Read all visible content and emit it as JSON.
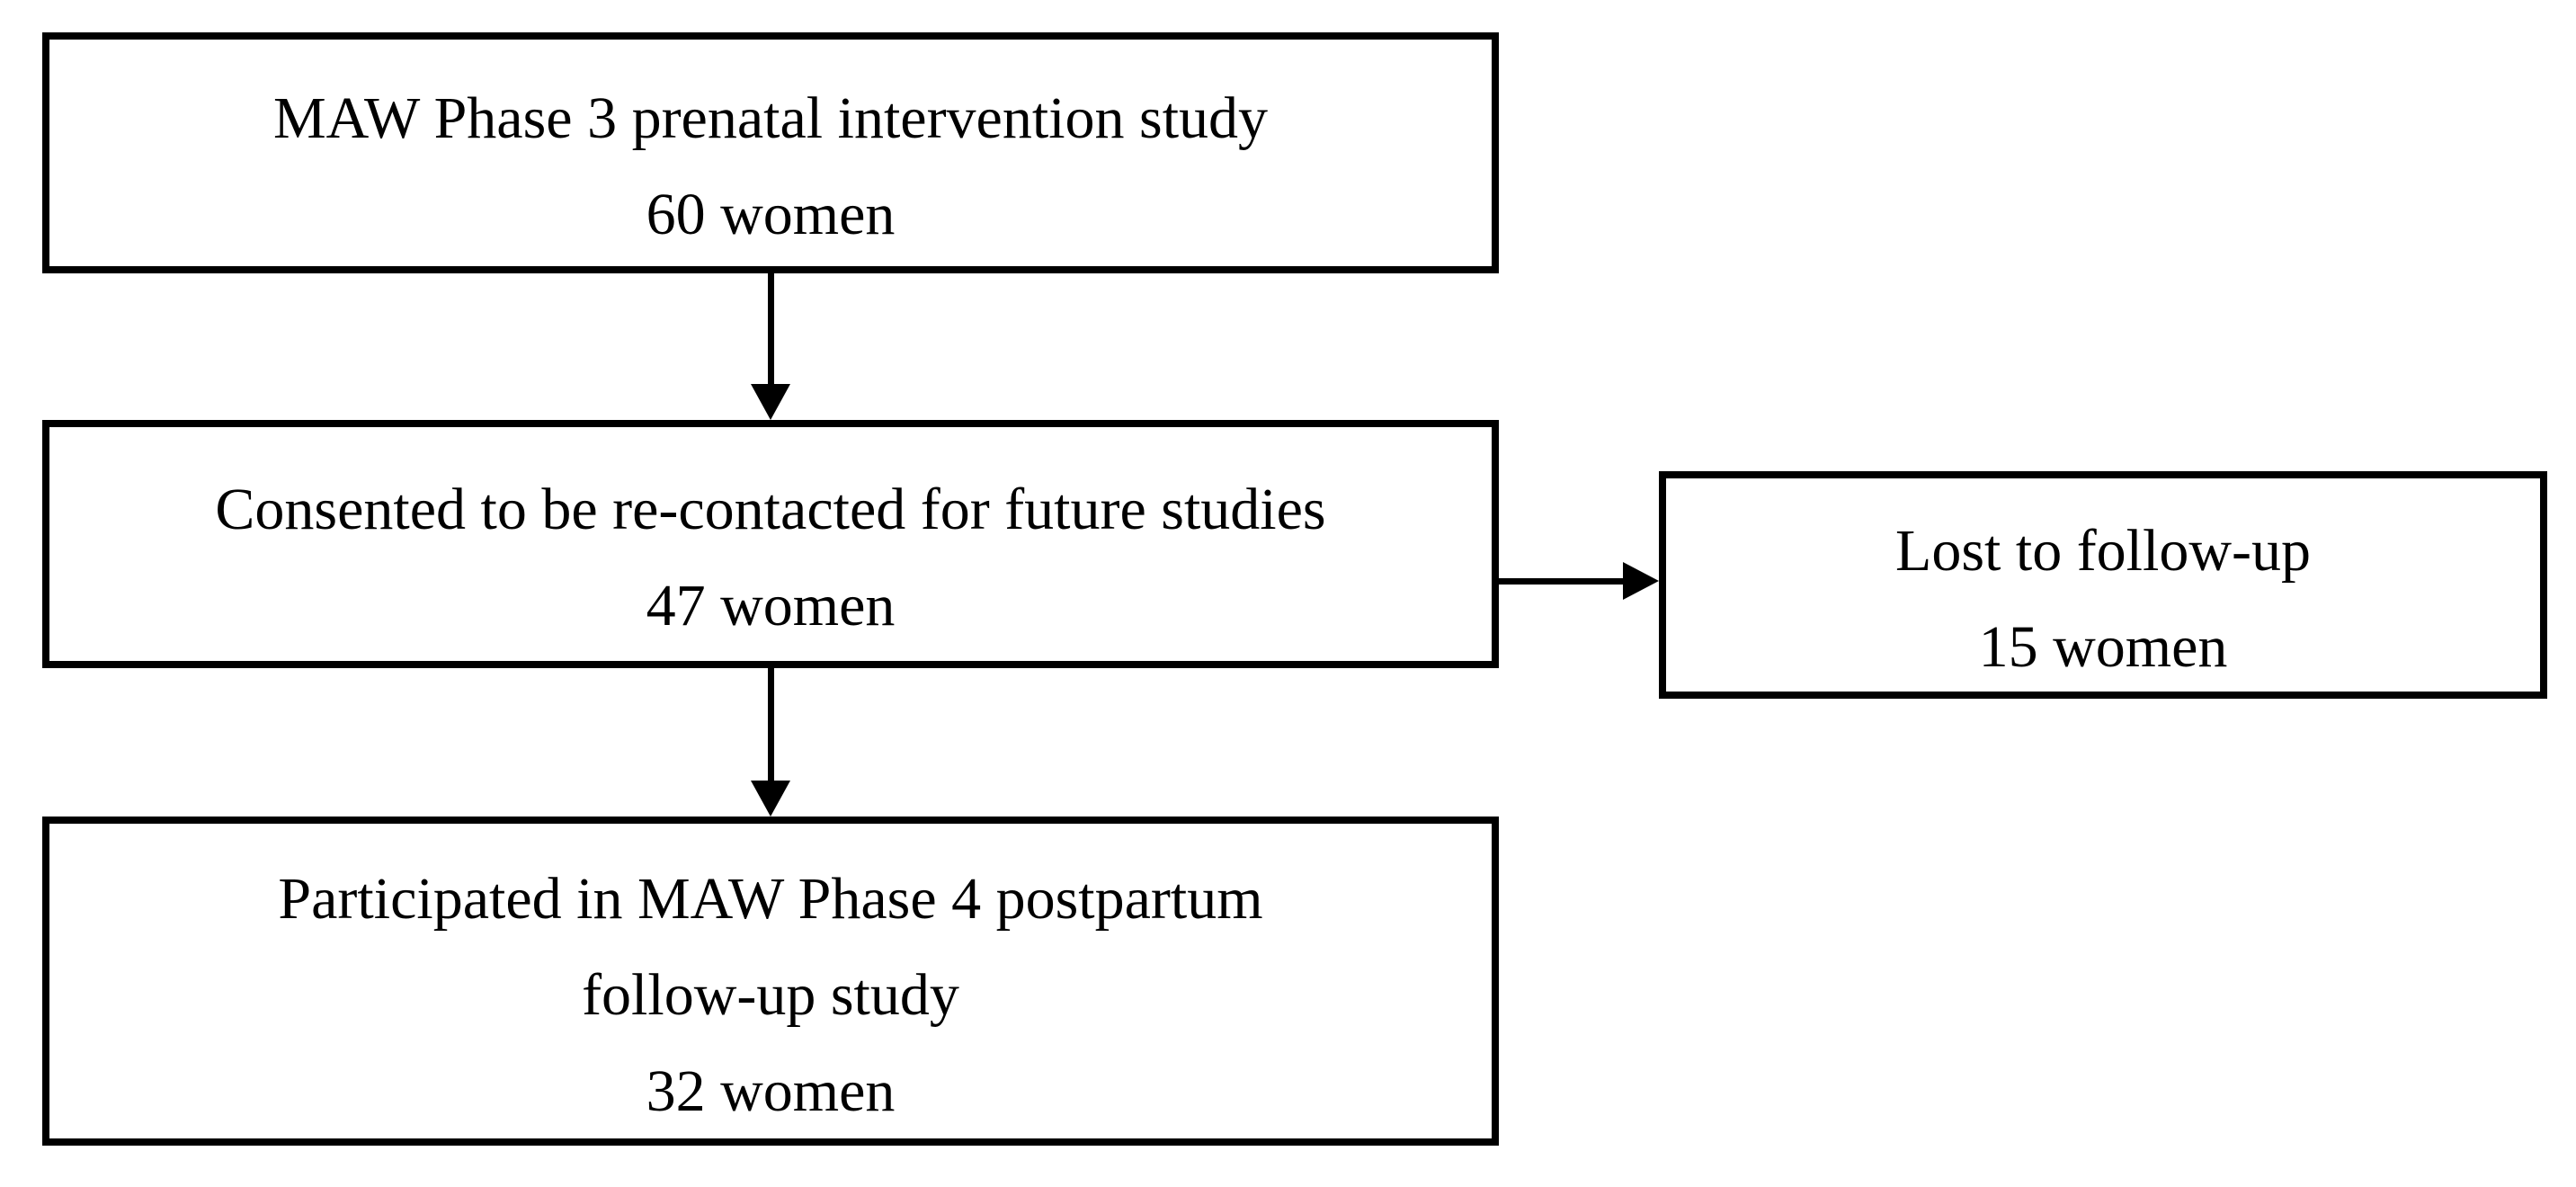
{
  "flowchart": {
    "colors": {
      "background": "#ffffff",
      "border": "#000000",
      "text": "#000000"
    },
    "boxes": {
      "phase3": {
        "lines": [
          "MAW Phase 3 prenatal intervention study",
          "60 women"
        ]
      },
      "consented": {
        "lines": [
          "Consented to be re-contacted for future studies",
          "47 women"
        ]
      },
      "phase4": {
        "lines": [
          "Participated in MAW Phase 4 postpartum",
          "follow-up study",
          "32 women"
        ]
      },
      "lost": {
        "lines": [
          "Lost to follow-up",
          "15 women"
        ]
      }
    }
  }
}
